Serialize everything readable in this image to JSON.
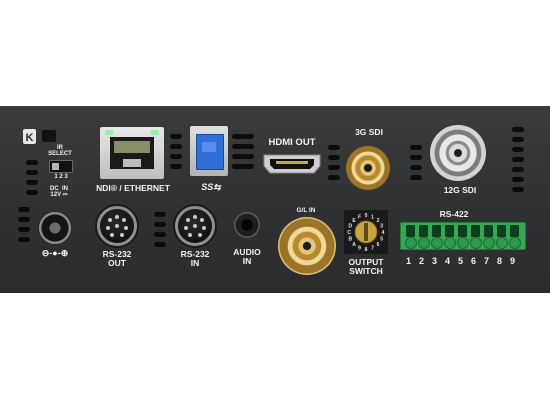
{
  "panel": {
    "labels": {
      "ir_select": "IR\nSELECT",
      "ir_positions": "1 2 3",
      "dc_in": "DC  IN\n12V ⎓",
      "ndi_ethernet": "NDI® / ETHERNET",
      "usb": "SS⇆",
      "hdmi_out": "HDMI OUT",
      "sdi_3g": "3G SDI",
      "sdi_12g": "12G SDI",
      "gl_in": "G/L IN",
      "rs232_out": "RS-232\nOUT",
      "rs232_in": "RS-232\nIN",
      "audio_in": "AUDIO\nIN",
      "output_switch": "OUTPUT\nSWITCH",
      "rs422": "RS-422",
      "polarity": "⊖-●-⊕"
    },
    "rotary_digits": [
      "0",
      "1",
      "2",
      "3",
      "4",
      "5",
      "6",
      "7",
      "8",
      "9",
      "A",
      "B",
      "C",
      "D",
      "E",
      "F"
    ],
    "rs422_pins": [
      "1",
      "2",
      "3",
      "4",
      "5",
      "6",
      "7",
      "8",
      "9"
    ],
    "colors": {
      "panel": "#303133",
      "label": "#f2f2f2",
      "usb_blue": "#2f6fd6",
      "terminal_green": "#2d9a4c",
      "bnc_gold": "#c9a24a"
    },
    "icons": [
      "kensington-lock-icon",
      "ethernet-port",
      "usb3-port",
      "hdmi-port",
      "bnc-connector",
      "din-connector",
      "audio-jack",
      "rotary-switch",
      "terminal-block"
    ]
  }
}
